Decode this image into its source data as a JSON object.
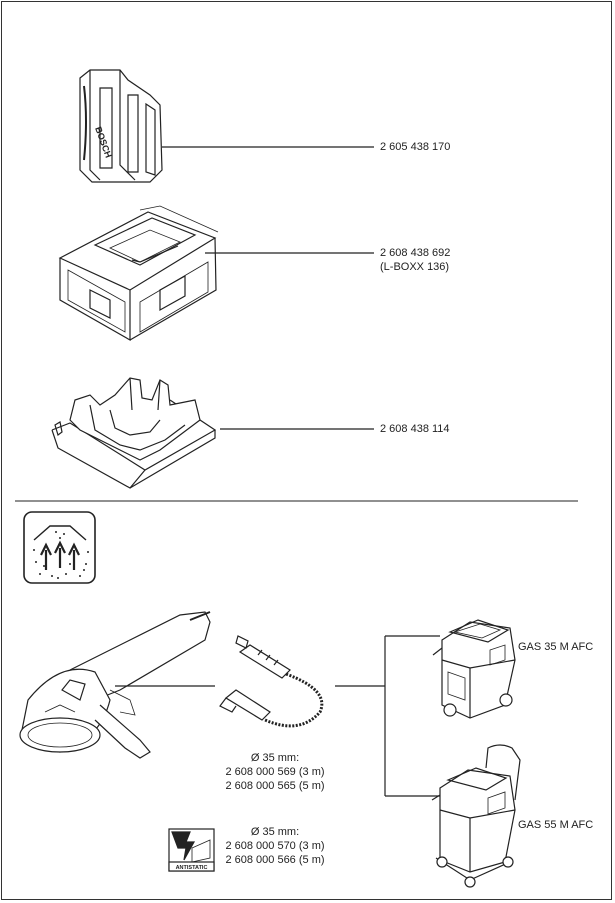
{
  "accessories": [
    {
      "part_number": "2 605 438 170"
    },
    {
      "part_number": "2 608 438 692",
      "note": "(L-BOXX 136)"
    },
    {
      "part_number": "2 608 438 114"
    }
  ],
  "case_brand": "BOSCH",
  "hoses": [
    {
      "diameter": "Ø 35 mm:",
      "numbers": [
        "2 608 000 569 (3 m)",
        "2 608 000 565 (5 m)"
      ]
    },
    {
      "diameter": "Ø 35 mm:",
      "numbers": [
        "2 608 000 570 (3 m)",
        "2 608 000 566 (5 m)"
      ]
    }
  ],
  "antistatic_label": "ANTISTATIC",
  "vacuums": [
    {
      "name": "GAS 35 M AFC"
    },
    {
      "name": "GAS 55 M AFC"
    }
  ],
  "icons": [
    "carrying-case-icon",
    "l-boxx-icon",
    "case-insert-icon",
    "dust-extraction-icon",
    "angle-grinder-icon",
    "extraction-hose-icon",
    "antistatic-icon",
    "vacuum-cleaner-icon"
  ]
}
